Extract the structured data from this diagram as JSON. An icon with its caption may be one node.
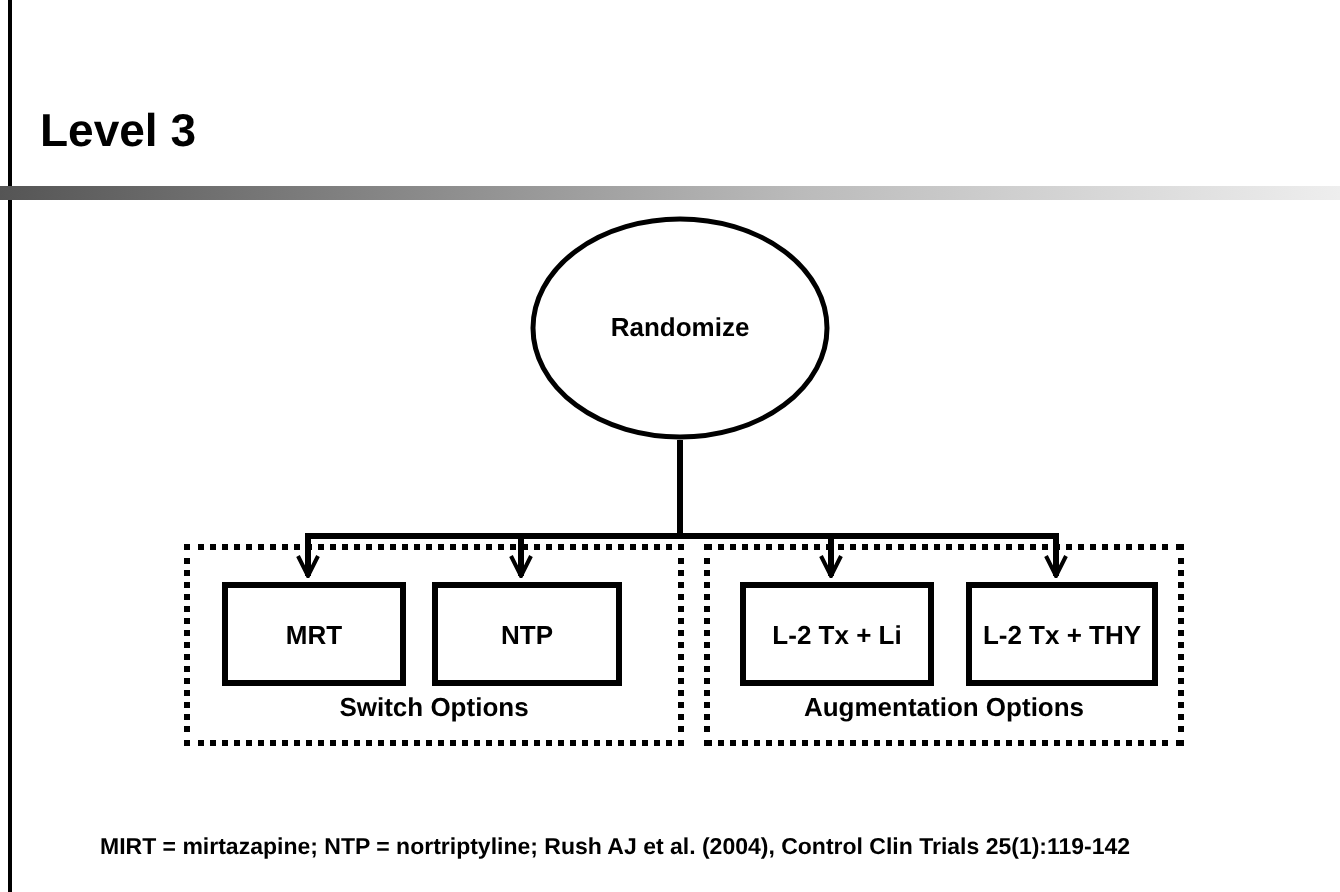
{
  "diagram": {
    "title": "Level 3",
    "nodes": [
      {
        "text": [
          "Randomize"
        ]
      },
      {
        "text": [
          "Switch Options"
        ]
      },
      {
        "text": [
          "MRT"
        ],
        "in": 1
      },
      {
        "text": [
          "NTP"
        ],
        "in": 1
      },
      {
        "text": [
          "Augmentation Options"
        ]
      },
      {
        "text": [
          "L-2 Tx + Li"
        ],
        "in": 4
      },
      {
        "text": [
          "L-2 Tx + THY"
        ],
        "in": 4
      }
    ],
    "edges": [
      {
        "from": 0,
        "to": 2,
        "arrow": "to"
      },
      {
        "from": 0,
        "to": 3,
        "arrow": "to"
      },
      {
        "from": 0,
        "to": 5,
        "arrow": "to"
      },
      {
        "from": 0,
        "to": 6,
        "arrow": "to"
      }
    ],
    "caption": "MIRT = mirtazapine; NTP = nortriptyline; Rush AJ et al. (2004), Control Clin Trials 25(1):119-142"
  }
}
